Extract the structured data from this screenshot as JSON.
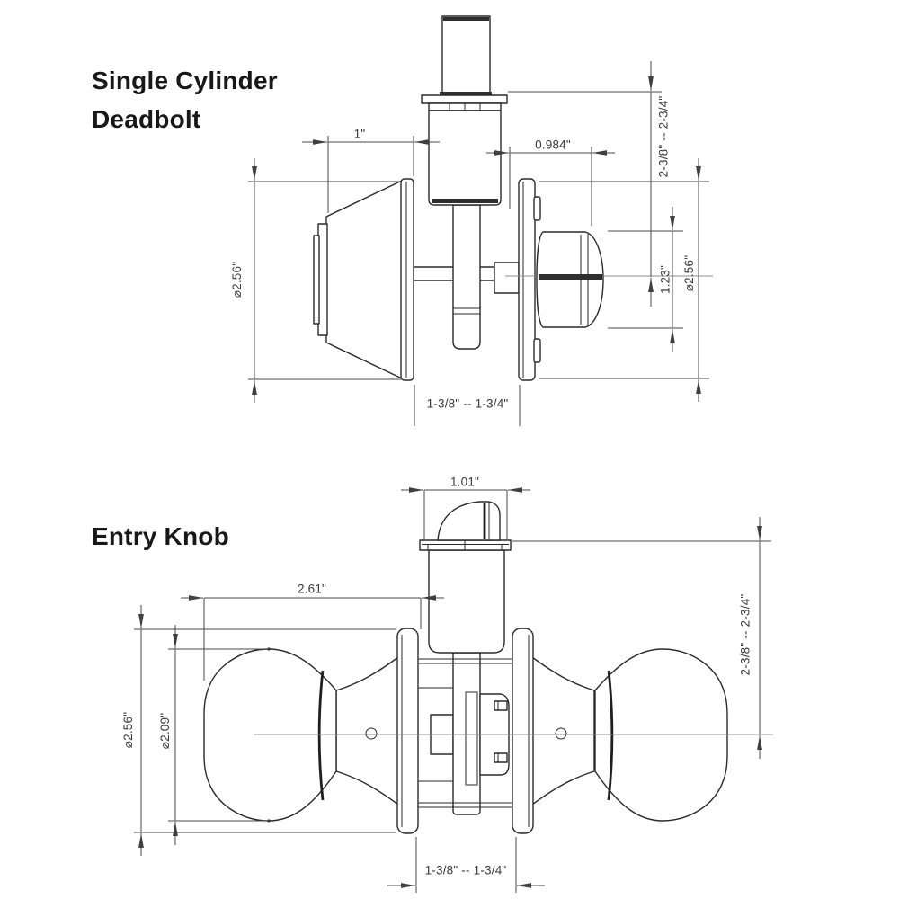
{
  "colors": {
    "background": "#ffffff",
    "drawing_line": "#2a2a2a",
    "dimension_line": "#4a4a4a",
    "dimension_text": "#3a3a3a",
    "title_text": "#181818"
  },
  "deadbolt": {
    "title_line1": "Single Cylinder",
    "title_line2": "Deadbolt",
    "dims": {
      "cylinder_body_width": "1\"",
      "thumbturn_depth": "0.984\"",
      "backset_range": "2-3/8\" -- 2-3/4\"",
      "thumbturn_height": "1.23\"",
      "interior_rose_diameter": "⌀2.56\"",
      "exterior_rose_diameter": "⌀2.56\"",
      "door_thickness_range": "1-3/8\" -- 1-3/4\""
    }
  },
  "entry_knob": {
    "title": "Entry Knob",
    "dims": {
      "latch_bolt_width": "1.01\"",
      "knob_assembly_depth": "2.61\"",
      "backset_range": "2-3/8\" -- 2-3/4\"",
      "rose_diameter": "⌀2.56\"",
      "knob_diameter": "⌀2.09\"",
      "door_thickness_range": "1-3/8\" -- 1-3/4\""
    }
  }
}
